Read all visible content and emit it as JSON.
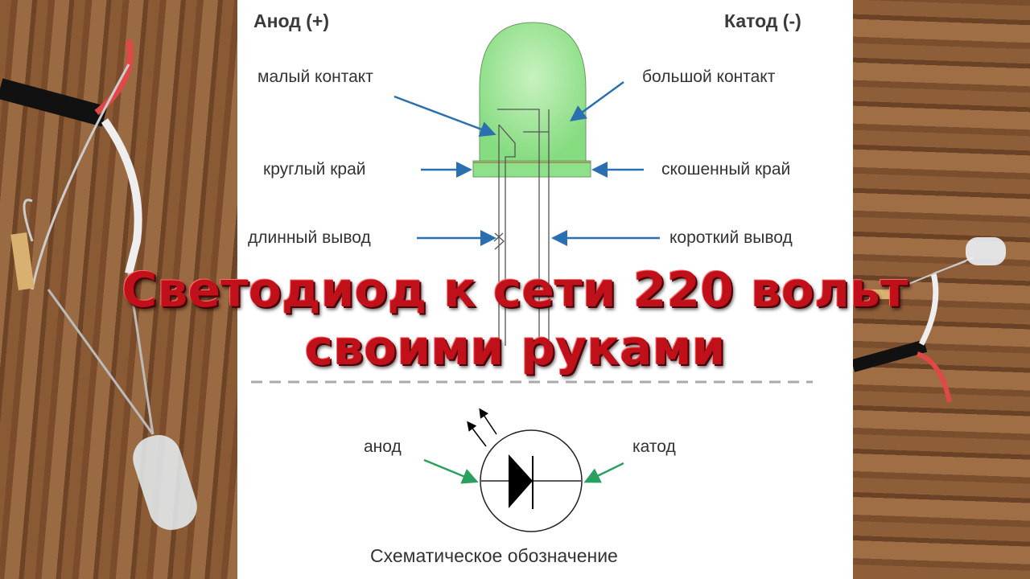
{
  "diagram": {
    "anode_header": "Анод (+)",
    "cathode_header": "Катод (-)",
    "small_contact": "малый контакт",
    "large_contact": "большой контакт",
    "round_edge": "круглый край",
    "beveled_edge": "скошенный край",
    "long_lead": "длинный вывод",
    "short_lead": "короткий вывод",
    "schematic_anode": "анод",
    "schematic_cathode": "катод",
    "schematic_caption": "Схематическое обозначение"
  },
  "overlay": {
    "line1": "Светодиод к сети 220 вольт",
    "line2": "своими руками",
    "color": "#c0101a"
  },
  "colors": {
    "led_green": "#8fe08a",
    "arrow_blue": "#2a6fb0",
    "arrow_green": "#2aa060"
  }
}
